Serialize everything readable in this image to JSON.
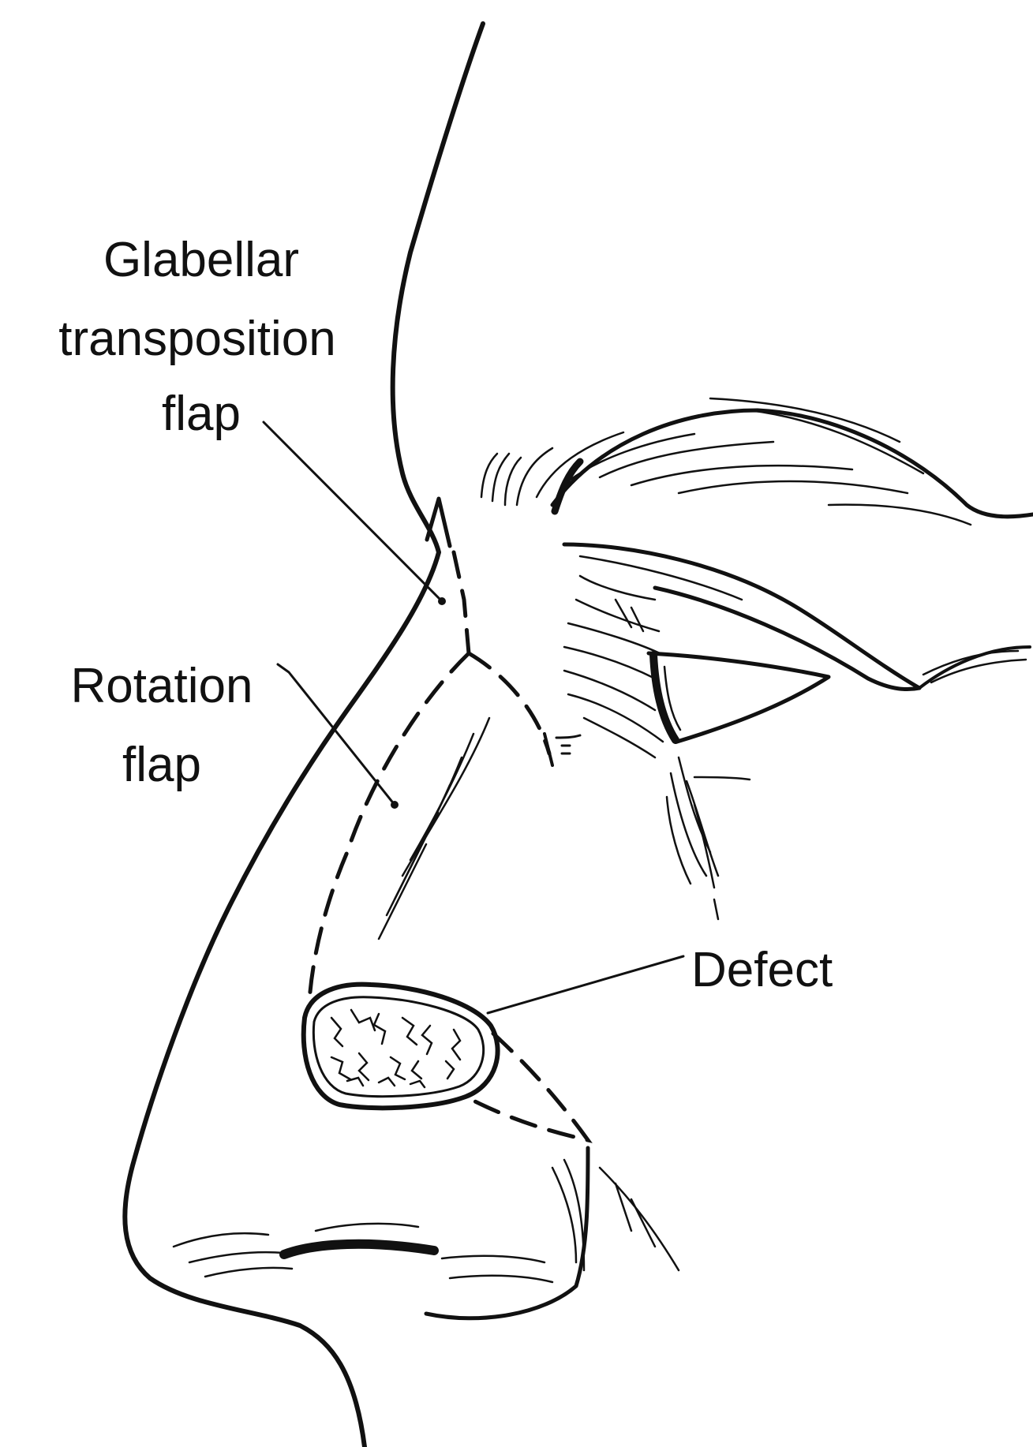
{
  "labels": {
    "glabellar_line1": "Glabellar",
    "glabellar_line2": "transposition",
    "glabellar_line3": "flap",
    "rotation_line1": "Rotation",
    "rotation_line2": "flap",
    "defect": "Defect"
  },
  "colors": {
    "ink": "#111111",
    "background": "#ffffff"
  }
}
